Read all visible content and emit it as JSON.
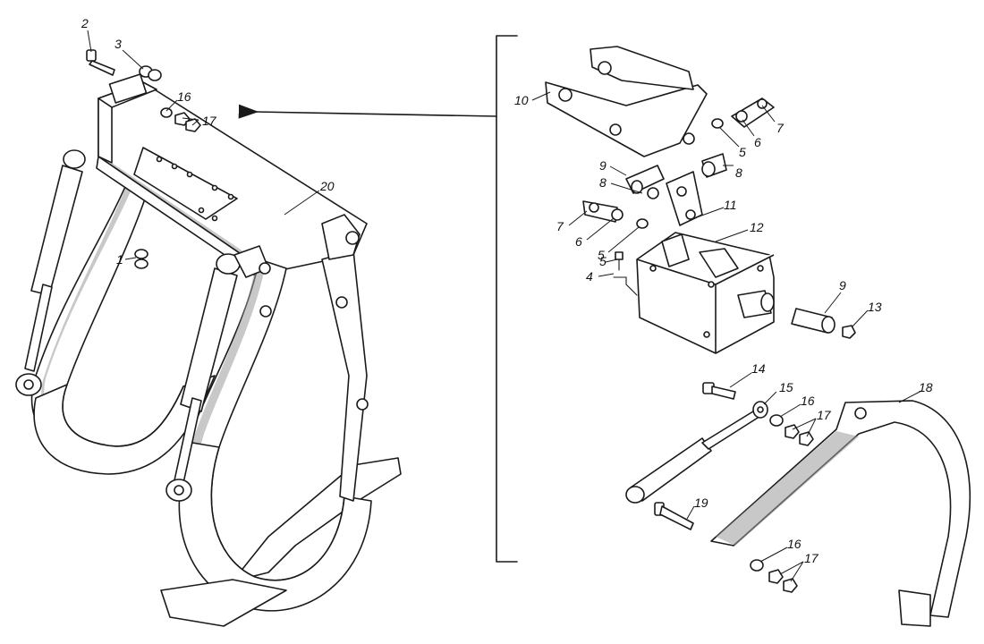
{
  "diagram": {
    "callouts": [
      {
        "id": "c2",
        "text": "2"
      },
      {
        "id": "c3",
        "text": "3"
      },
      {
        "id": "c16a",
        "text": "16"
      },
      {
        "id": "c17a",
        "text": "17"
      },
      {
        "id": "c20",
        "text": "20"
      },
      {
        "id": "c1",
        "text": "1"
      },
      {
        "id": "c10",
        "text": "10"
      },
      {
        "id": "c7a",
        "text": "7"
      },
      {
        "id": "c6a",
        "text": "6"
      },
      {
        "id": "c5a",
        "text": "5"
      },
      {
        "id": "c8a",
        "text": "8"
      },
      {
        "id": "c9a",
        "text": "9"
      },
      {
        "id": "c8b",
        "text": "8"
      },
      {
        "id": "c7b",
        "text": "7"
      },
      {
        "id": "c6b",
        "text": "6"
      },
      {
        "id": "c5b",
        "text": "5"
      },
      {
        "id": "c11",
        "text": "11"
      },
      {
        "id": "c12",
        "text": "12"
      },
      {
        "id": "c5c",
        "text": "5"
      },
      {
        "id": "c4",
        "text": "4"
      },
      {
        "id": "c9b",
        "text": "9"
      },
      {
        "id": "c13",
        "text": "13"
      },
      {
        "id": "c14",
        "text": "14"
      },
      {
        "id": "c15",
        "text": "15"
      },
      {
        "id": "c16b",
        "text": "16"
      },
      {
        "id": "c17b",
        "text": "17"
      },
      {
        "id": "c18",
        "text": "18"
      },
      {
        "id": "c19",
        "text": "19"
      },
      {
        "id": "c16c",
        "text": "16"
      },
      {
        "id": "c17c",
        "text": "17"
      }
    ]
  }
}
